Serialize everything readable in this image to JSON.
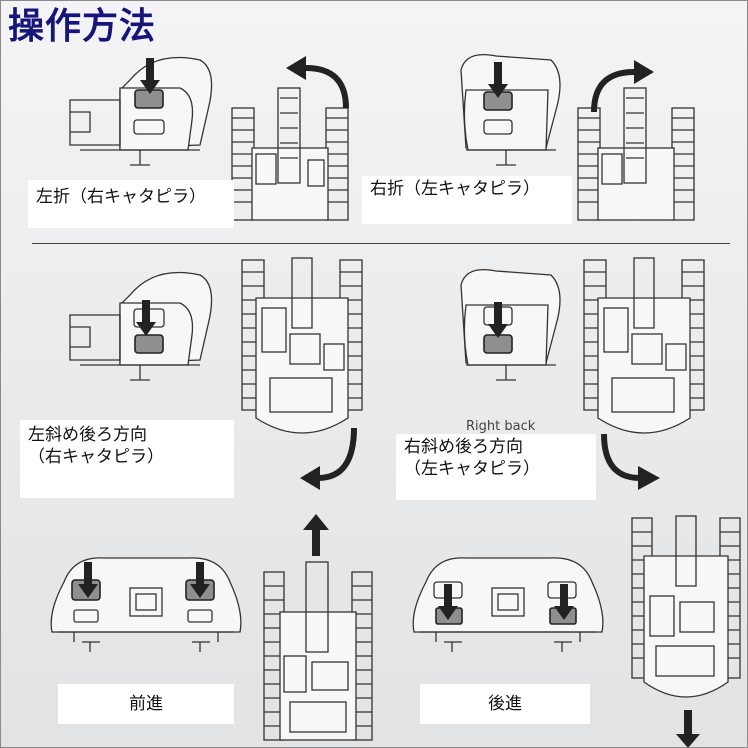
{
  "title": "操作方法",
  "sections": {
    "left_turn": {
      "label": "左折（右キャタピラ）"
    },
    "right_turn": {
      "label": "右折（左キャタピラ）"
    },
    "left_back": {
      "label_line1": "左斜め後ろ方向",
      "label_line2": "（右キャタピラ）"
    },
    "right_back": {
      "label_line1": "右斜め後ろ方向",
      "label_line2": "（左キャタピラ）",
      "english": "Right back"
    },
    "forward": {
      "label": "前進"
    },
    "backward": {
      "label": "後進"
    }
  },
  "icons": {
    "press": "down-arrow-icon",
    "turn_left": "curved-left-arrow-icon",
    "turn_right": "curved-right-arrow-icon",
    "up": "up-arrow-icon",
    "down": "down-arrow-icon"
  },
  "colors": {
    "title": "#15157a",
    "ink": "#222222",
    "paper": "#f2f2f4"
  }
}
